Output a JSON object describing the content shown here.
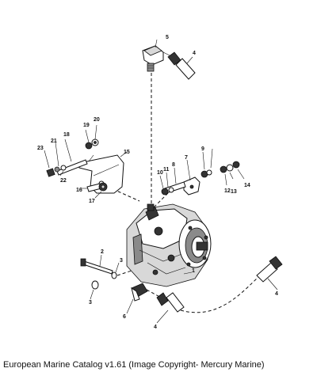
{
  "caption": "European Marine Catalog v1.61 (Image Copyright- Mercury Marine)",
  "callouts": [
    {
      "id": "c1",
      "label": "1"
    },
    {
      "id": "c2",
      "label": "2"
    },
    {
      "id": "c3a",
      "label": "3"
    },
    {
      "id": "c3b",
      "label": "3"
    },
    {
      "id": "c4a",
      "label": "4"
    },
    {
      "id": "c4b",
      "label": "4"
    },
    {
      "id": "c4c",
      "label": "4"
    },
    {
      "id": "c5",
      "label": "5"
    },
    {
      "id": "c6",
      "label": "6"
    },
    {
      "id": "c7",
      "label": "7"
    },
    {
      "id": "c8",
      "label": "8"
    },
    {
      "id": "c9",
      "label": "9"
    },
    {
      "id": "c10",
      "label": "10"
    },
    {
      "id": "c11",
      "label": "11"
    },
    {
      "id": "c12",
      "label": "12"
    },
    {
      "id": "c13",
      "label": "13"
    },
    {
      "id": "c14",
      "label": "14"
    },
    {
      "id": "c15",
      "label": "15"
    },
    {
      "id": "c16",
      "label": "16"
    },
    {
      "id": "c17",
      "label": "17"
    },
    {
      "id": "c18",
      "label": "18"
    },
    {
      "id": "c19",
      "label": "19"
    },
    {
      "id": "c20",
      "label": "20"
    },
    {
      "id": "c21",
      "label": "21"
    },
    {
      "id": "c22",
      "label": "22"
    },
    {
      "id": "c23",
      "label": "23"
    }
  ]
}
